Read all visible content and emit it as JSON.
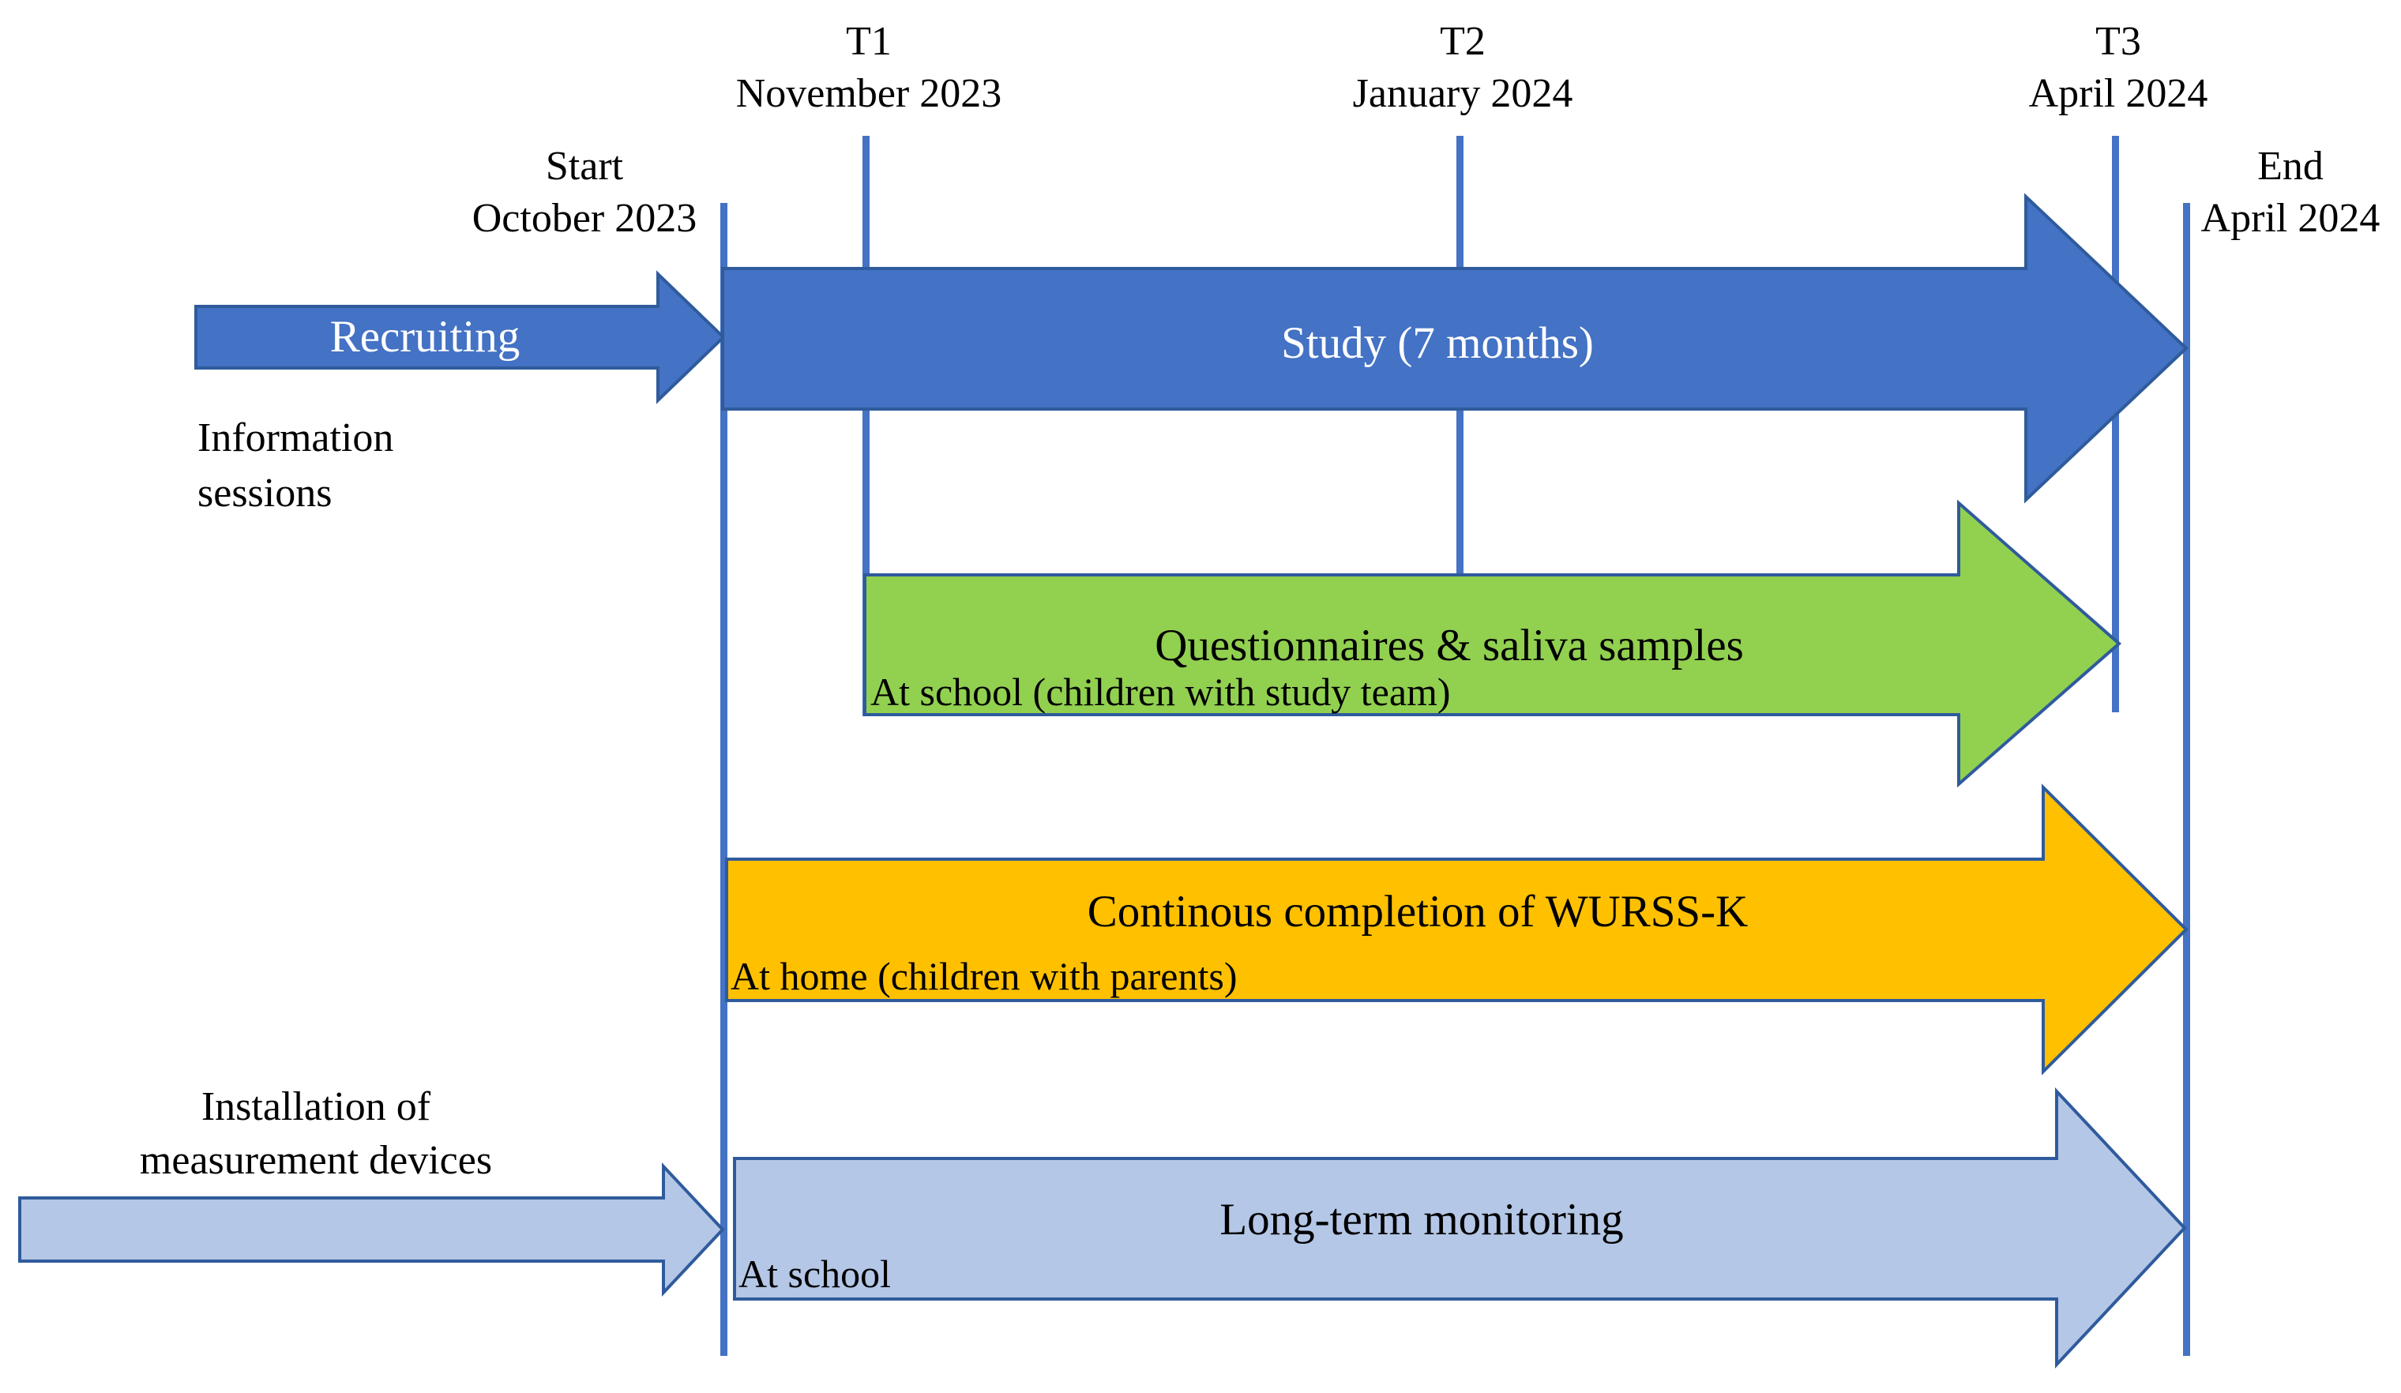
{
  "colors": {
    "primary_blue": "#4472C4",
    "outline_blue": "#2F5B9C",
    "green": "#92D050",
    "orange": "#FFC000",
    "light_blue": "#B4C7E7",
    "text_black": "#000000",
    "text_white": "#FFFFFF",
    "background": "#FFFFFF"
  },
  "timeline": {
    "t1": {
      "label": "T1",
      "date": "November 2023"
    },
    "t2": {
      "label": "T2",
      "date": "January 2024"
    },
    "t3": {
      "label": "T3",
      "date": "April 2024"
    },
    "start": {
      "label": "Start",
      "date": "October 2023"
    },
    "end": {
      "label": "End",
      "date": "April 2024"
    }
  },
  "arrows": {
    "recruiting": {
      "label": "Recruiting"
    },
    "study": {
      "label": "Study (7 months)"
    },
    "questionnaires": {
      "label": "Questionnaires & saliva samples",
      "sublabel": "At school (children with study team)"
    },
    "wurss": {
      "label": "Continous completion of WURSS-K",
      "sublabel": "At home (children with parents)"
    },
    "monitoring": {
      "label": "Long-term monitoring",
      "sublabel": "At school"
    }
  },
  "annotations": {
    "information_sessions": {
      "line1": "Information",
      "line2": "sessions"
    },
    "installation": {
      "line1": "Installation of",
      "line2": "measurement devices"
    }
  }
}
